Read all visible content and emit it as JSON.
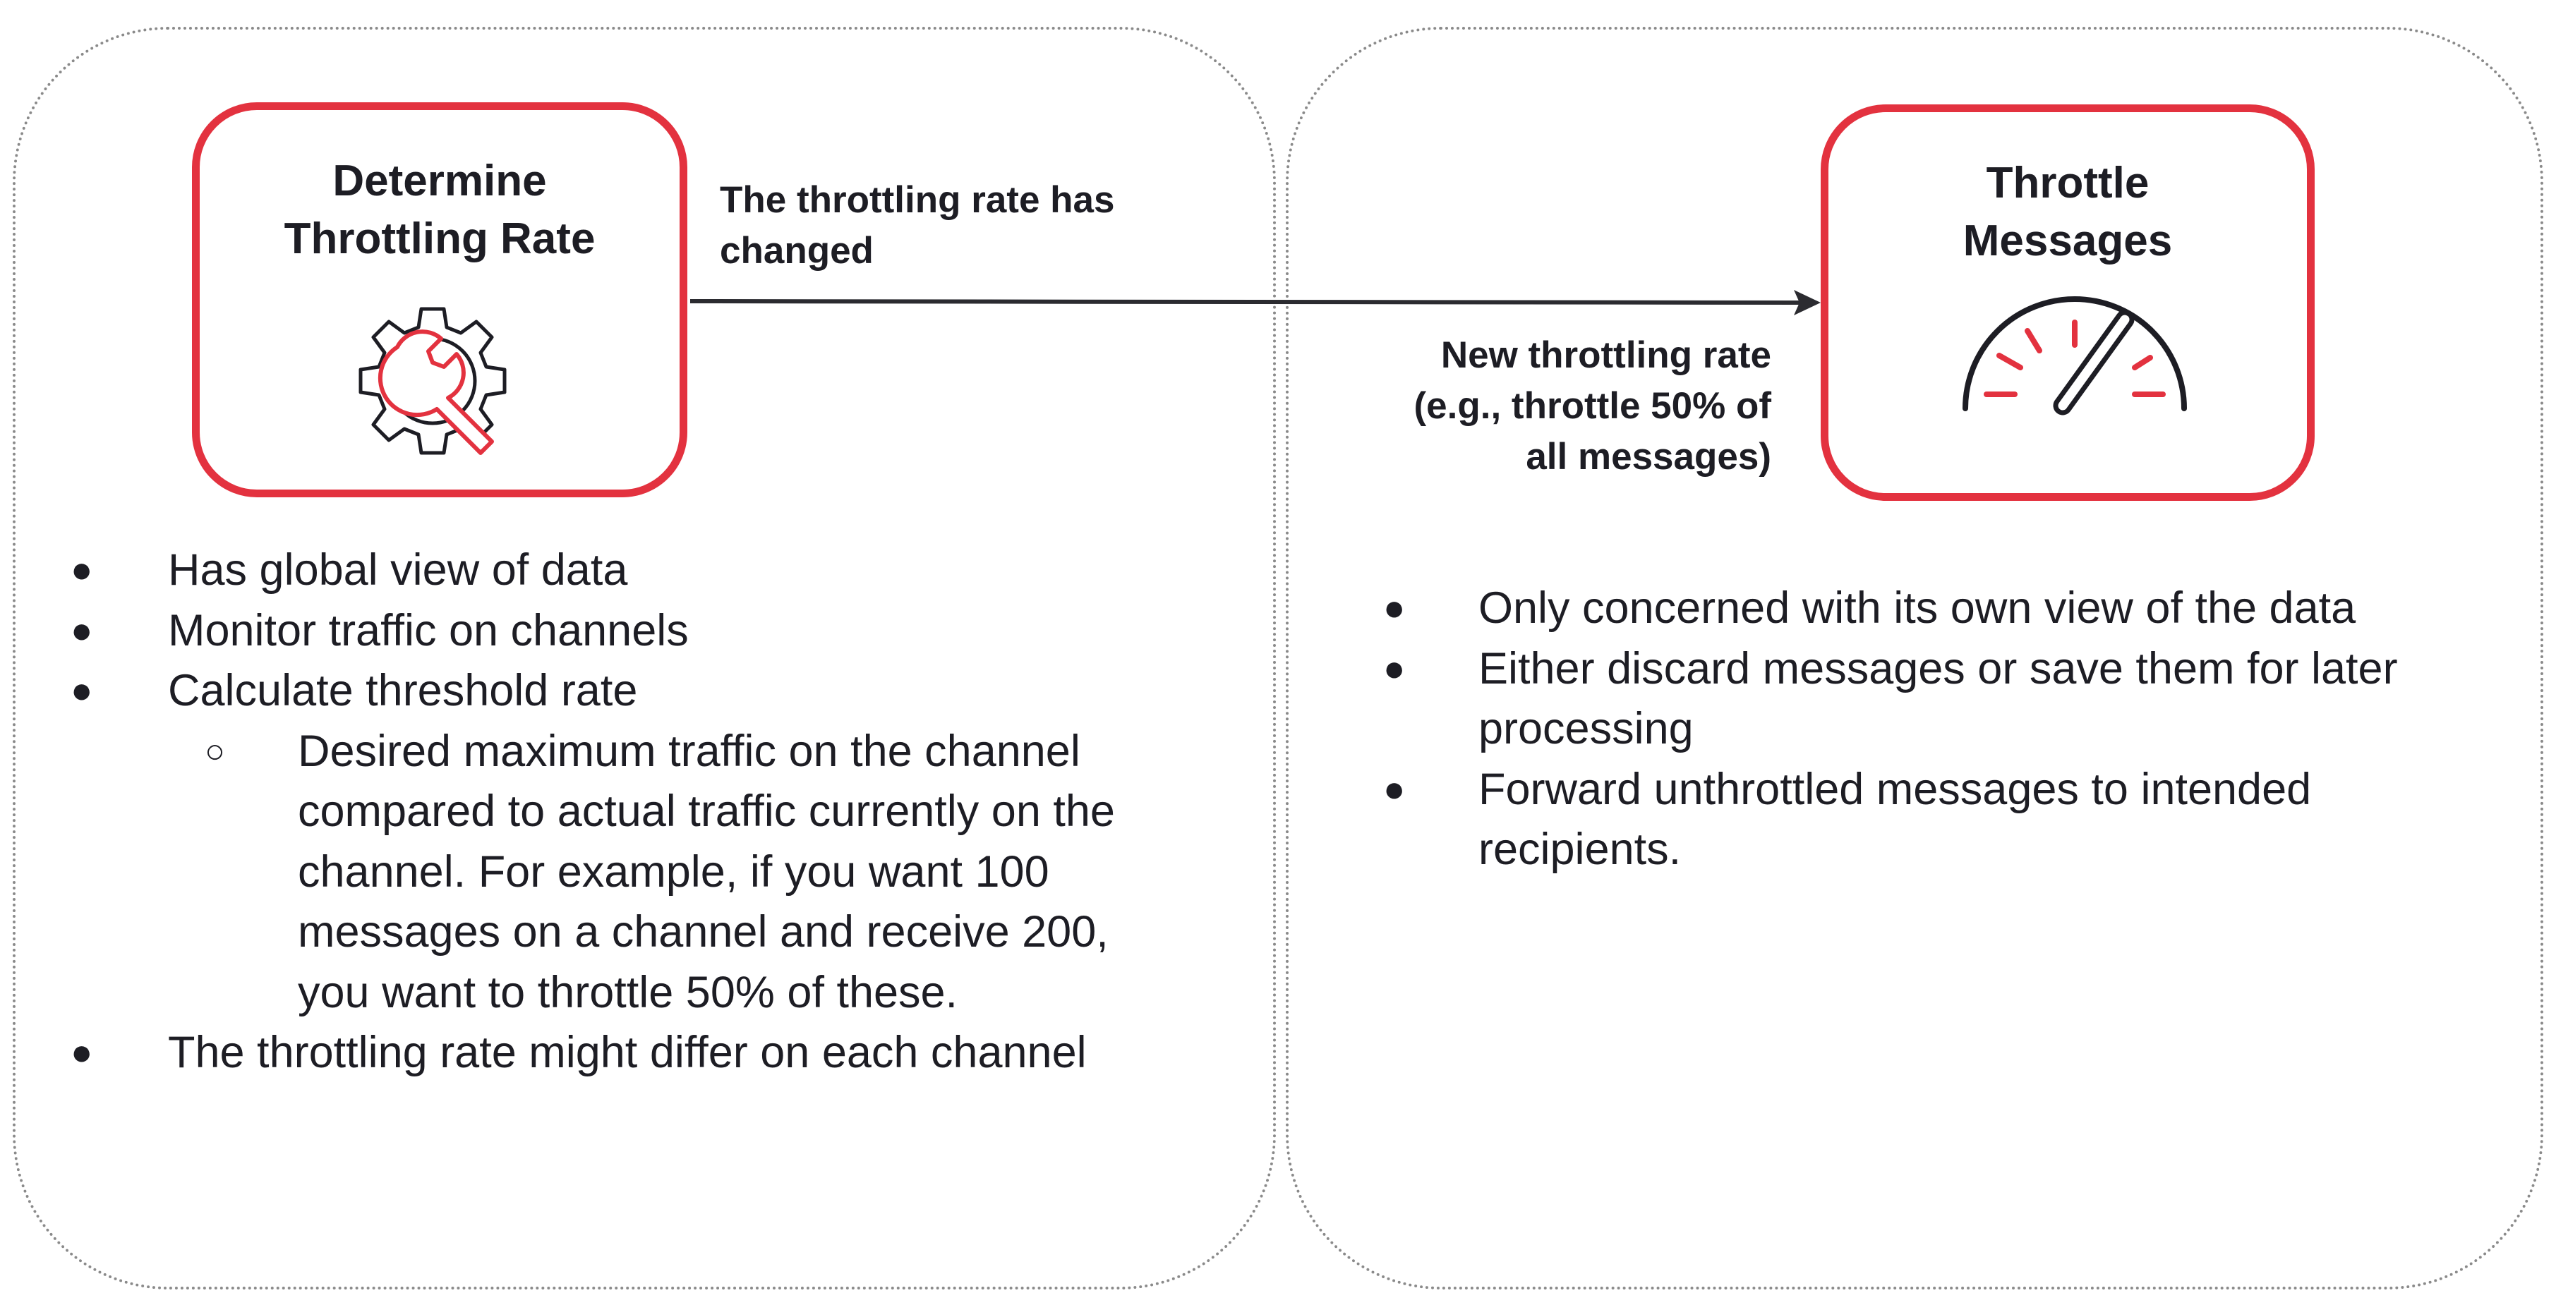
{
  "nodes": {
    "determine": {
      "title": "Determine\nThrottling Rate",
      "icon": "gear-wrench-icon"
    },
    "throttle": {
      "title": "Throttle\nMessages",
      "icon": "speedometer-gauge-icon"
    }
  },
  "edge": {
    "label_top": "The throttling rate has\nchanged",
    "label_bottom": "New throttling rate\n(e.g., throttle 50% of\nall messages)"
  },
  "left_bullets": {
    "items": [
      "Has global view of data",
      "Monitor traffic on channels",
      "Calculate threshold rate",
      "The throttling rate might differ on each channel"
    ],
    "sub_item": "Desired maximum traffic on the channel\ncompared to actual traffic currently on the\nchannel.  For example, if you want 100\nmessages on a channel and receive 200,\nyou want to throttle 50% of these."
  },
  "right_bullets": {
    "items": [
      "Only concerned with its own view of the data",
      "Either discard messages or save them for later\nprocessing",
      "Forward unthrottled messages to intended\nrecipients."
    ]
  },
  "bullet_glyphs": {
    "filled": "●",
    "hollow": "○"
  },
  "colors": {
    "accent": "#e3323f",
    "ink": "#1d1d24",
    "region_border": "#8a8a8a"
  }
}
